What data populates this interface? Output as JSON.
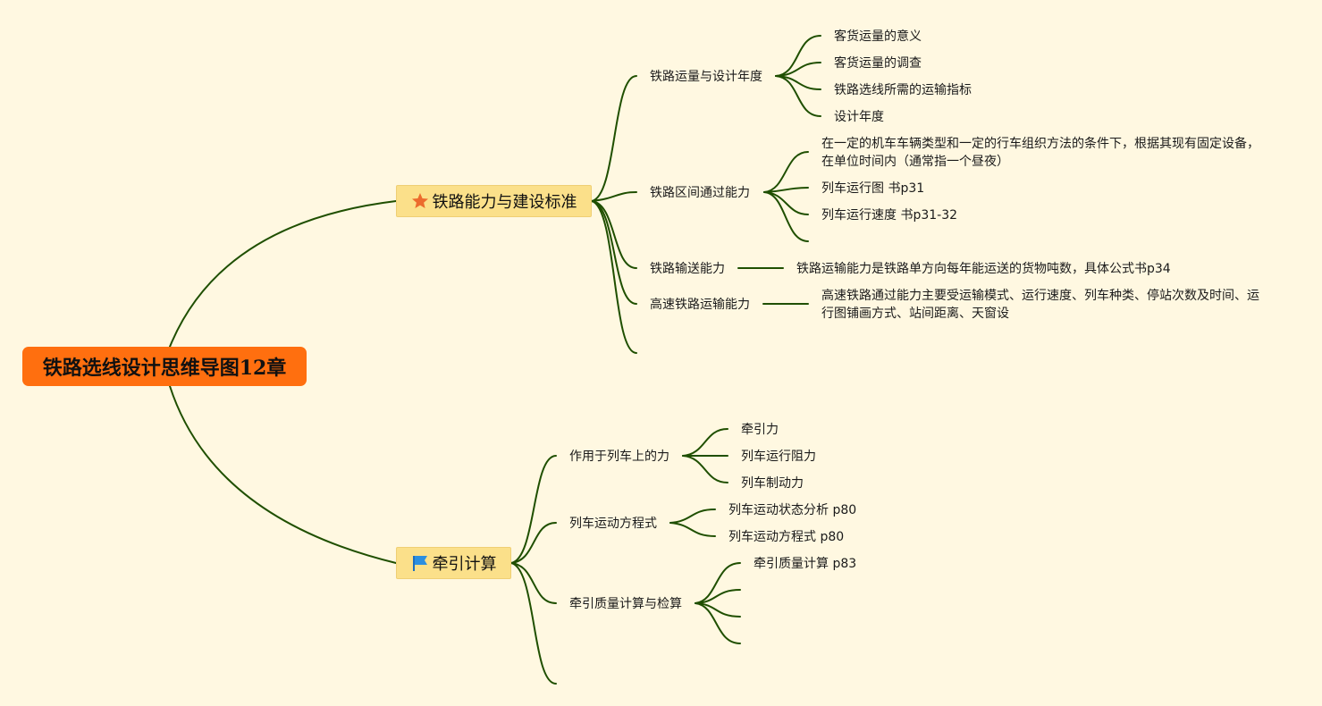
{
  "root": {
    "label": "铁路选线设计思维导图12章"
  },
  "branch1": {
    "label": "铁路能力与建设标准",
    "icon": "star-icon",
    "children": {
      "c1": {
        "label": "铁路运量与设计年度",
        "items": [
          "客货运量的意义",
          "客货运量的调查",
          "铁路选线所需的运输指标",
          "设计年度"
        ]
      },
      "c2": {
        "label": "铁路区间通过能力",
        "items": [
          "在一定的机车车辆类型和一定的行车组织方法的条件下，根据其现有固定设备，在单位时间内（通常指一个昼夜）",
          "列车运行图 书p31",
          "列车运行速度 书p31-32"
        ]
      },
      "c3": {
        "label": "铁路输送能力",
        "items": [
          "铁路运输能力是铁路单方向每年能运送的货物吨数，具体公式书p34"
        ]
      },
      "c4": {
        "label": "高速铁路运输能力",
        "items": [
          "高速铁路通过能力主要受运输模式、运行速度、列车种类、停站次数及时间、运行图铺画方式、站间距离、天窗设"
        ]
      }
    }
  },
  "branch2": {
    "label": "牵引计算",
    "icon": "flag-icon",
    "children": {
      "c1": {
        "label": "作用于列车上的力",
        "items": [
          "牵引力",
          "列车运行阻力",
          "列车制动力"
        ]
      },
      "c2": {
        "label": "列车运动方程式",
        "items": [
          "列车运动状态分析 p80",
          "列车运动方程式 p80"
        ]
      },
      "c3": {
        "label": "牵引质量计算与检算",
        "items": [
          "牵引质量计算 p83"
        ]
      }
    }
  },
  "colors": {
    "line": "#1f4f00",
    "root_fill": "#ff6f0f",
    "main_fill": "#fbe08a",
    "background": "#fff8e1"
  }
}
